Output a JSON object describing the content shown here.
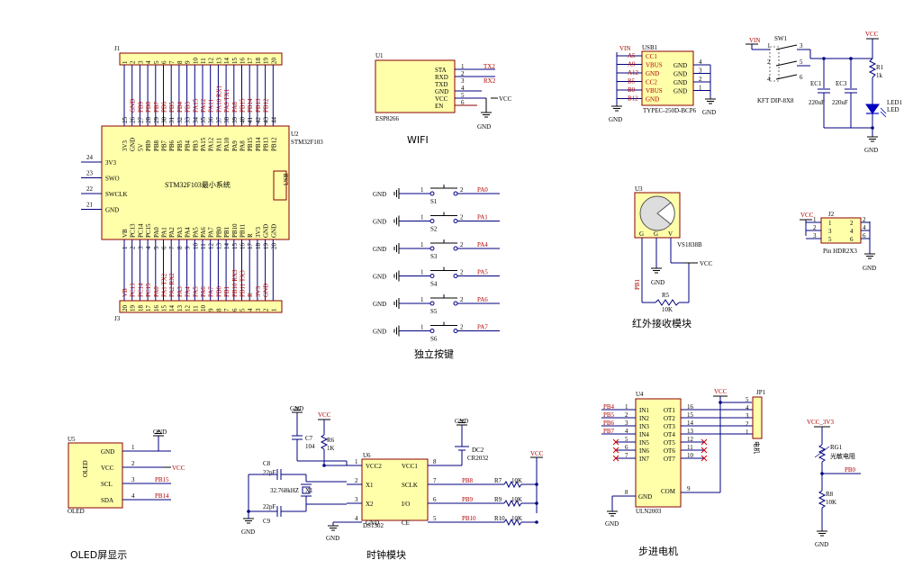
{
  "mcu": {
    "j1_ref": "J1",
    "j3_ref": "J3",
    "u2_ref": "U2",
    "u2_part": "STM32F103",
    "u2_name": "STM32F103最小系统",
    "usb": "USB",
    "j1_pins": [
      "1",
      "2",
      "3",
      "4",
      "5",
      "6",
      "7",
      "8",
      "9",
      "10",
      "11",
      "12",
      "13",
      "14",
      "15",
      "16",
      "17",
      "18",
      "19",
      "20"
    ],
    "j1_nets": [
      "GND",
      "PB9",
      "PB8",
      "PB7",
      "PB6",
      "PB5",
      "PB4",
      "PB3",
      "PA15",
      "PA12",
      "PA11",
      "PA10 RX1",
      "PA9 TX1",
      "PA8",
      "PB15",
      "PB14",
      "PB13",
      "PB12"
    ],
    "u2_top_nums": [
      "25",
      "26",
      "27",
      "28",
      "29",
      "30",
      "31",
      "32",
      "33",
      "34",
      "35",
      "36",
      "37",
      "38",
      "39",
      "40",
      "41",
      "42",
      "43",
      "44"
    ],
    "u2_top_names": [
      "3V3",
      "GND",
      "5V",
      "PB9",
      "PB8",
      "PB7",
      "PB6",
      "PB5",
      "PB4",
      "PB3",
      "PA15",
      "PA12",
      "PA11",
      "PA10",
      "PA9",
      "PA8",
      "PB15",
      "PB14",
      "PB13",
      "PB12"
    ],
    "u2_bot_names": [
      "VB",
      "PC13",
      "PC14",
      "PC15",
      "PA0",
      "PA1",
      "PA2",
      "PA3",
      "PA4",
      "PA5",
      "PA6",
      "PA7",
      "PB0",
      "PB1",
      "PB10",
      "PB11",
      "R",
      "3V3",
      "GND",
      "GND"
    ],
    "u2_bot_nums": [
      "1",
      "2",
      "3",
      "4",
      "5",
      "6",
      "7",
      "8",
      "9",
      "10",
      "11",
      "12",
      "13",
      "14",
      "15",
      "16",
      "17",
      "18",
      "19",
      "20"
    ],
    "u2_left_nums": [
      "24",
      "23",
      "22",
      "21"
    ],
    "u2_left_names": [
      "3V3",
      "SWO",
      "SWCLK",
      "GND"
    ],
    "j3_nets": [
      "VB",
      "PC13",
      "PC14",
      "PC15",
      "PA0",
      "PA1 TX2",
      "PA2 RX2",
      "PA3",
      "PA4",
      "PA5",
      "PA6",
      "PA7",
      "PB0",
      "PB1",
      "PB10 RX3",
      "PB11 TX3",
      "R",
      "3V3",
      "GND"
    ],
    "j3_pins": [
      "20",
      "19",
      "18",
      "17",
      "16",
      "15",
      "14",
      "13",
      "12",
      "11",
      "10",
      "9",
      "8",
      "7",
      "6",
      "5",
      "4",
      "3",
      "2",
      "1"
    ]
  },
  "wifi": {
    "ref": "U1",
    "part": "ESP8266",
    "title": "WIFI",
    "pins": [
      "STA",
      "RXD",
      "TXD",
      "GND",
      "VCC",
      "EN"
    ],
    "nums": [
      "1",
      "2",
      "3",
      "4",
      "5",
      "6"
    ],
    "nets": [
      "TX2",
      "RX2"
    ],
    "vcc": "VCC",
    "gnd": "GND"
  },
  "keys": {
    "title": "独立按键",
    "gnd": "GND",
    "items": [
      {
        "ref": "S1",
        "net": "PA0"
      },
      {
        "ref": "S2",
        "net": "PA1"
      },
      {
        "ref": "S3",
        "net": "PA4"
      },
      {
        "ref": "S4",
        "net": "PA5"
      },
      {
        "ref": "S5",
        "net": "PA6"
      },
      {
        "ref": "S6",
        "net": "PA7"
      }
    ],
    "pin1": "1",
    "pin2": "2"
  },
  "usbc": {
    "ref": "USB1",
    "part": "TYPEC-250D-BCP6",
    "vin": "VIN",
    "gnd": "GND",
    "left_pins": [
      "A5",
      "A9",
      "A12",
      "B5",
      "B9",
      "B12"
    ],
    "in_left": [
      "CC1",
      "VBUS",
      "GND",
      "CC2",
      "VBUS",
      "GND"
    ],
    "in_right": [
      "GND",
      "GND",
      "GND",
      "GND"
    ],
    "right_nums": [
      "4",
      "3",
      "2",
      "1"
    ]
  },
  "ir": {
    "ref": "U3",
    "part": "VS1838B",
    "title": "红外接收模块",
    "pins": [
      "G",
      "G",
      "V"
    ],
    "net": "PB1",
    "r_ref": "R5",
    "r_val": "10K",
    "vcc": "VCC",
    "gnd": "GND"
  },
  "power": {
    "vin": "VIN",
    "vcc": "VCC",
    "sw_ref": "SW1",
    "sw_part": "KFT DIP-8X8",
    "sw_pins": [
      "1",
      "2",
      "3",
      "4",
      "5",
      "6"
    ],
    "ec1": "EC1",
    "ec1_val": "220uF",
    "ec3": "EC3",
    "ec3_val": "220uF",
    "r_ref": "R1",
    "r_val": "1k",
    "led_ref": "LED1",
    "led_part": "LED",
    "gnd": "GND"
  },
  "hdr": {
    "ref": "J2",
    "part": "Pin HDR2X3",
    "vcc": "VCC",
    "gnd": "GND",
    "left": [
      "1",
      "3",
      "5"
    ],
    "right": [
      "2",
      "4",
      "6"
    ],
    "out_l": [
      "1",
      "2",
      "3"
    ],
    "out_r": [
      "2",
      "4",
      "6"
    ]
  },
  "oled": {
    "ref": "U5",
    "part": "OLED",
    "name": "OLED",
    "title": "OLED屏显示",
    "pins": [
      "GND",
      "VCC",
      "SCL",
      "SDA"
    ],
    "nums": [
      "1",
      "2",
      "3",
      "4"
    ],
    "nets": [
      "GND",
      "VCC",
      "PB15",
      "PB14"
    ]
  },
  "rtc": {
    "ref": "U6",
    "part": "DS1302",
    "title": "时钟模块",
    "left": [
      "VCC2",
      "X1",
      "X2",
      "GND"
    ],
    "left_nums": [
      "1",
      "2",
      "3",
      "4"
    ],
    "right": [
      "VCC1",
      "SCLK",
      "I/O",
      "CE"
    ],
    "right_nums": [
      "8",
      "7",
      "6",
      "5"
    ],
    "nets": [
      "PB8",
      "PB9",
      "PB10"
    ],
    "res": [
      {
        "ref": "R7",
        "val": "10K"
      },
      {
        "ref": "R9",
        "val": "10K"
      },
      {
        "ref": "R10",
        "val": "10K"
      }
    ],
    "c8": "C8",
    "c8_val": "22pF",
    "c9": "C9",
    "c9_val": "22pF",
    "x1": "X1",
    "x1_val": "32.768kHZ",
    "c7": "C7",
    "c7_val": "104",
    "r6": "R6",
    "r6_val": "1K",
    "dc2": "DC2",
    "dc2_val": "CR2032",
    "vcc": "VCC",
    "gnd": "GND"
  },
  "motor": {
    "ref": "U4",
    "part": "ULN2003",
    "title": "步进电机",
    "ins": [
      "IN1",
      "IN2",
      "IN3",
      "IN4",
      "IN5",
      "IN6",
      "IN7"
    ],
    "in_nums": [
      "1",
      "2",
      "3",
      "4",
      "5",
      "6",
      "7"
    ],
    "outs": [
      "OT1",
      "OT2",
      "OT3",
      "OT4",
      "OT5",
      "OT6",
      "OT7"
    ],
    "out_nums": [
      "16",
      "15",
      "14",
      "13",
      "12",
      "11",
      "10"
    ],
    "nets": [
      "PB4",
      "PB5",
      "PB6",
      "PB7"
    ],
    "gnd_pin": "GND",
    "gnd_num": "8",
    "com": "COM",
    "com_num": "9",
    "jp_ref": "JP1",
    "jp_part": "电机",
    "jp_nums": [
      "5",
      "4",
      "3",
      "2",
      "1"
    ],
    "vcc": "VCC",
    "gnd": "GND"
  },
  "ldr": {
    "vcc": "VCC_3V3",
    "rg_ref": "RG1",
    "rg_part": "光敏电阻",
    "net": "PB0",
    "r_ref": "R8",
    "r_val": "10K",
    "gnd": "GND"
  }
}
